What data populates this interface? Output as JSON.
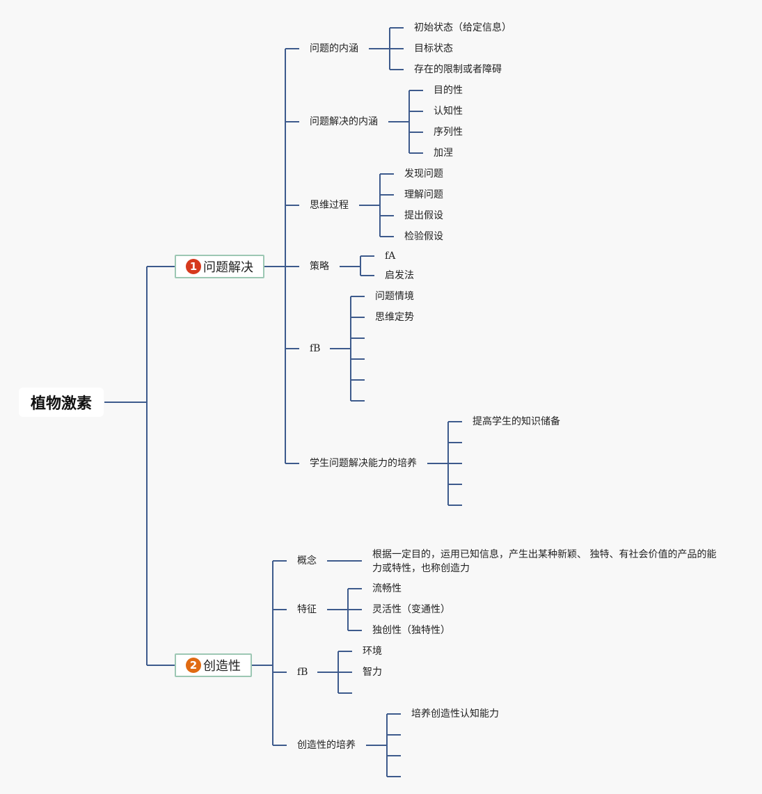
{
  "root": {
    "title": "植物激素"
  },
  "branch1": {
    "badge": "1",
    "badge_color": "#d63a1e",
    "title": "问题解决",
    "sub1": {
      "label": "问题的内涵",
      "items": [
        "初始状态（给定信息）",
        "目标状态",
        "存在的限制或者障碍"
      ]
    },
    "sub2": {
      "label": "问题解决的内涵",
      "items": [
        "目的性",
        "认知性",
        "序列性",
        "加涅"
      ]
    },
    "sub3": {
      "label": "思维过程",
      "items": [
        "发现问题",
        "理解问题",
        "提出假设",
        "检验假设"
      ]
    },
    "sub4": {
      "label": "策略",
      "items": [
        "fA",
        "启发法"
      ]
    },
    "sub5": {
      "label": "fB",
      "items": [
        "问题情境",
        "思维定势"
      ]
    },
    "sub6": {
      "label": "学生问题解决能力的培养",
      "items": [
        "提高学生的知识储备"
      ]
    }
  },
  "branch2": {
    "badge": "2",
    "badge_color": "#e06a12",
    "title": "创造性",
    "sub1": {
      "label": "概念",
      "text": "根据一定目的，运用已知信息，产生出某种新颖、 独特、有社会价值的产品的能力或特性，也称创造力"
    },
    "sub2": {
      "label": "特征",
      "items": [
        "流畅性",
        "灵活性（变通性）",
        "独创性（独特性）"
      ]
    },
    "sub3": {
      "label": "fB",
      "items": [
        "环境",
        "智力"
      ]
    },
    "sub4": {
      "label": "创造性的培养",
      "items": [
        "培养创造性认知能力"
      ]
    }
  },
  "colors": {
    "line": "#3d5a8c",
    "border": "#9cc7b3"
  }
}
